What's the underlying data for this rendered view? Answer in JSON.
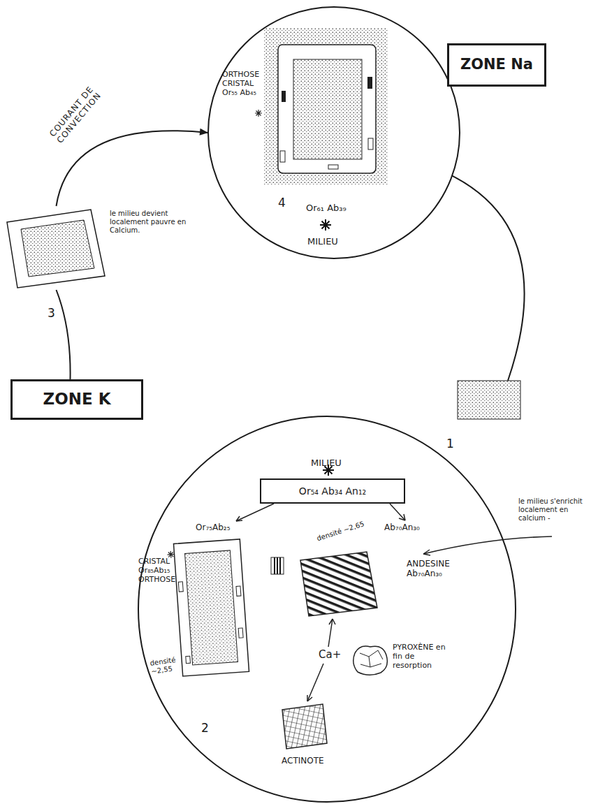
{
  "diagram": {
    "nodes": [
      {
        "text": [
          "ORTHOSE CRISTAL Or₅₅ Ab₄₅",
          "4",
          "Or₆₁ Ab₃₉",
          "MILIEU"
        ]
      },
      {
        "text": [
          "ZONE Na"
        ]
      },
      {
        "text": [
          "3"
        ]
      },
      {
        "text": [
          "1"
        ]
      },
      {
        "text": [
          "ZONE K"
        ]
      },
      {
        "text": [
          "2",
          "CRISTAL Or₈₅Ab₁₅ ORTHOSE",
          "densité ~2,55",
          "Or₇₅Ab₂₅",
          "densité ~2,65",
          "Ab₇₀An₃₀",
          "ANDESINE Ab₇₀An₃₀",
          "Ca+",
          "PYROXÈNE en fin de resorption",
          "ACTINOTE"
        ]
      },
      {
        "text": [
          "MILIEU",
          "Or₅₄ Ab₃₄ An₁₂"
        ],
        "in": 5
      }
    ],
    "edges": [
      {
        "from": 2,
        "to": 0,
        "arrow": "to",
        "label": "COURANT DE CONVECTION"
      },
      {
        "from": 0,
        "to": 3,
        "arrow": "none"
      },
      {
        "from": 4,
        "to": 2,
        "arrow": "none"
      }
    ],
    "labels": [
      "le milieu devient localement pauvre en Calcium.",
      "le milieu s'enrichit localement en calcium -"
    ]
  }
}
